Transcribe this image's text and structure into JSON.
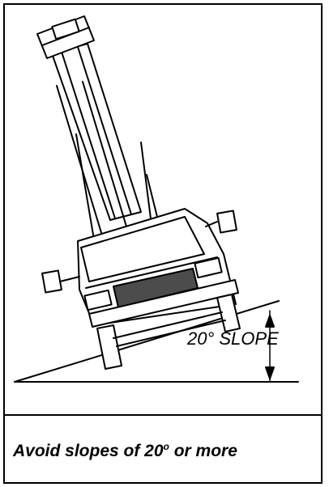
{
  "diagram": {
    "slope_label": "20° SLOPE",
    "slope_degrees": 20
  },
  "caption": {
    "prefix": "Avoid slopes of 20",
    "superscript": "o",
    "suffix": " or more"
  }
}
